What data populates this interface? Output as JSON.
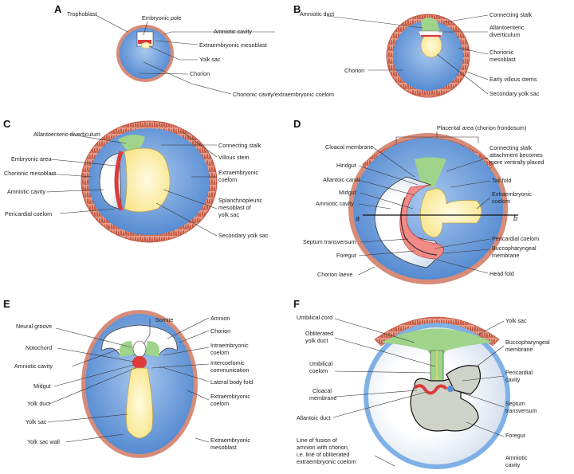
{
  "colors": {
    "chorion_outer": "#c96a55",
    "villi": "#d4735e",
    "cavity": "#5a8fd4",
    "cavity_light": "#a9c8ee",
    "yolk": "#fff3b0",
    "mesoderm_red": "#d93a3a",
    "green": "#9fd48a",
    "grey": "#cfd2c8",
    "white": "#ffffff"
  },
  "panels": {
    "A": {
      "letter": "A",
      "labels": {
        "trophoblast": "Trophoblast",
        "embryonic_pole": "Embryonic pole",
        "amniotic_cavity": "Amniotic cavity",
        "extraembryonic_mesoblast": "Extraembryonic mesoblast",
        "yolk_sac": "Yolk sac",
        "chorion": "Chorion",
        "chorionic_cavity": "Chorionic cavity/extraembryonic coelom"
      }
    },
    "B": {
      "letter": "B",
      "labels": {
        "amniotic_duct": "Amniotic duct",
        "connecting_stalk": "Connecting stalk",
        "allantoenteric_1": "Allantoenteric",
        "allantoenteric_2": "diverticulum",
        "chorionic_mesoblast_1": "Chorionic",
        "chorionic_mesoblast_2": "mesoblast",
        "early_villous_stems": "Early villous stems",
        "secondary_yolk_sac": "Secondary yolk sac"
      }
    },
    "C": {
      "letter": "C",
      "labels": {
        "allantoenteric": "Allantoenteric diverticulum",
        "connecting_stalk": "Connecting stalk",
        "embryonic_area": "Embryonic area",
        "villous_stem": "Villous stem",
        "chorionic_mesoblast": "Chorionic mesoblast",
        "extraembryonic_coelom_1": "Extraembryonic",
        "extraembryonic_coelom_2": "coelom",
        "amniotic_cavity": "Amniotic cavity",
        "splanchnopleuric_1": "Splanchnopleuric",
        "splanchnopleuric_2": "mesoblast of",
        "splanchnopleuric_3": "yolk sac",
        "pericardial_coelom": "Pericardial coelom",
        "secondary_yolk_sac": "Secondary yolk sac"
      }
    },
    "D": {
      "letter": "D",
      "labels": {
        "placental_area": "Placental area (chorion frondosum)",
        "cloacal_membrane": "Cloacal membrane",
        "connecting_stalk_1": "Connecting stalk",
        "connecting_stalk_2": "attachment becomes",
        "connecting_stalk_3": "more ventrally placed",
        "hindgut": "Hindgut",
        "allantoic_canal": "Allantoic canal",
        "tail_fold": "Tail fold",
        "midgut": "Midgut",
        "extraembryonic_coelom_1": "Extraembryonic",
        "extraembryonic_coelom_2": "coelom",
        "amniotic_cavity": "Amniotic cavity",
        "a": "a",
        "b": "b",
        "septum_transversum": "Septum transversum",
        "pericardial_coelom": "Pericardial coelom",
        "buccopharyngeal_1": "Buccopharyngeal",
        "buccopharyngeal_2": "membrane",
        "foregut": "Foregut",
        "chorion_laeve": "Chorion laeve",
        "head_fold": "Head fold"
      }
    },
    "E": {
      "letter": "E",
      "labels": {
        "somite": "Somite",
        "amnion": "Amnion",
        "neural_groove": "Neural groove",
        "chorion": "Chorion",
        "notochord": "Notochord",
        "intraembryonic_1": "Intraembryonic",
        "intraembryonic_2": "coelom",
        "amniotic_cavity": "Amniotic cavity",
        "intercoelomic_1": "Intercoelomic",
        "intercoelomic_2": "communication",
        "midgut": "Midgut",
        "lateral_body_fold": "Lateral body fold",
        "yolk_duct": "Yolk duct",
        "extraembryonic_coelom_1": "Extraembryonic",
        "extraembryonic_coelom_2": "coelom",
        "yolk_sac": "Yolk sac",
        "yolk_sac_wall": "Yolk sac wall",
        "extraembryonic_mesoblast_1": "Extraembryonic",
        "extraembryonic_mesoblast_2": "mesoblast"
      }
    },
    "F": {
      "letter": "F",
      "labels": {
        "umbilical_cord": "Umbilical cord",
        "yolk_sac": "Yolk sac",
        "obliterated_1": "Obliterated",
        "obliterated_2": "yolk duct",
        "buccopharyngeal_1": "Buccopharyngeal",
        "buccopharyngeal_2": "membrane",
        "umbilical_coelom_1": "Umbilical",
        "umbilical_coelom_2": "coelom",
        "pericardial_1": "Pericardial",
        "pericardial_2": "cavity",
        "cloacal_1": "Cloacal",
        "cloacal_2": "membrane",
        "septum_1": "Septum",
        "septum_2": "transversum",
        "allantoic_duct": "Allantoic duct",
        "foregut": "Foregut",
        "line_fusion_1": "Line of fusion of",
        "line_fusion_2": "amnion with chorion,",
        "line_fusion_3": "i.e. line of obliterated",
        "line_fusion_4": "extraembryonic coelom",
        "amniotic_1": "Amniotic",
        "amniotic_2": "cavity"
      }
    }
  }
}
